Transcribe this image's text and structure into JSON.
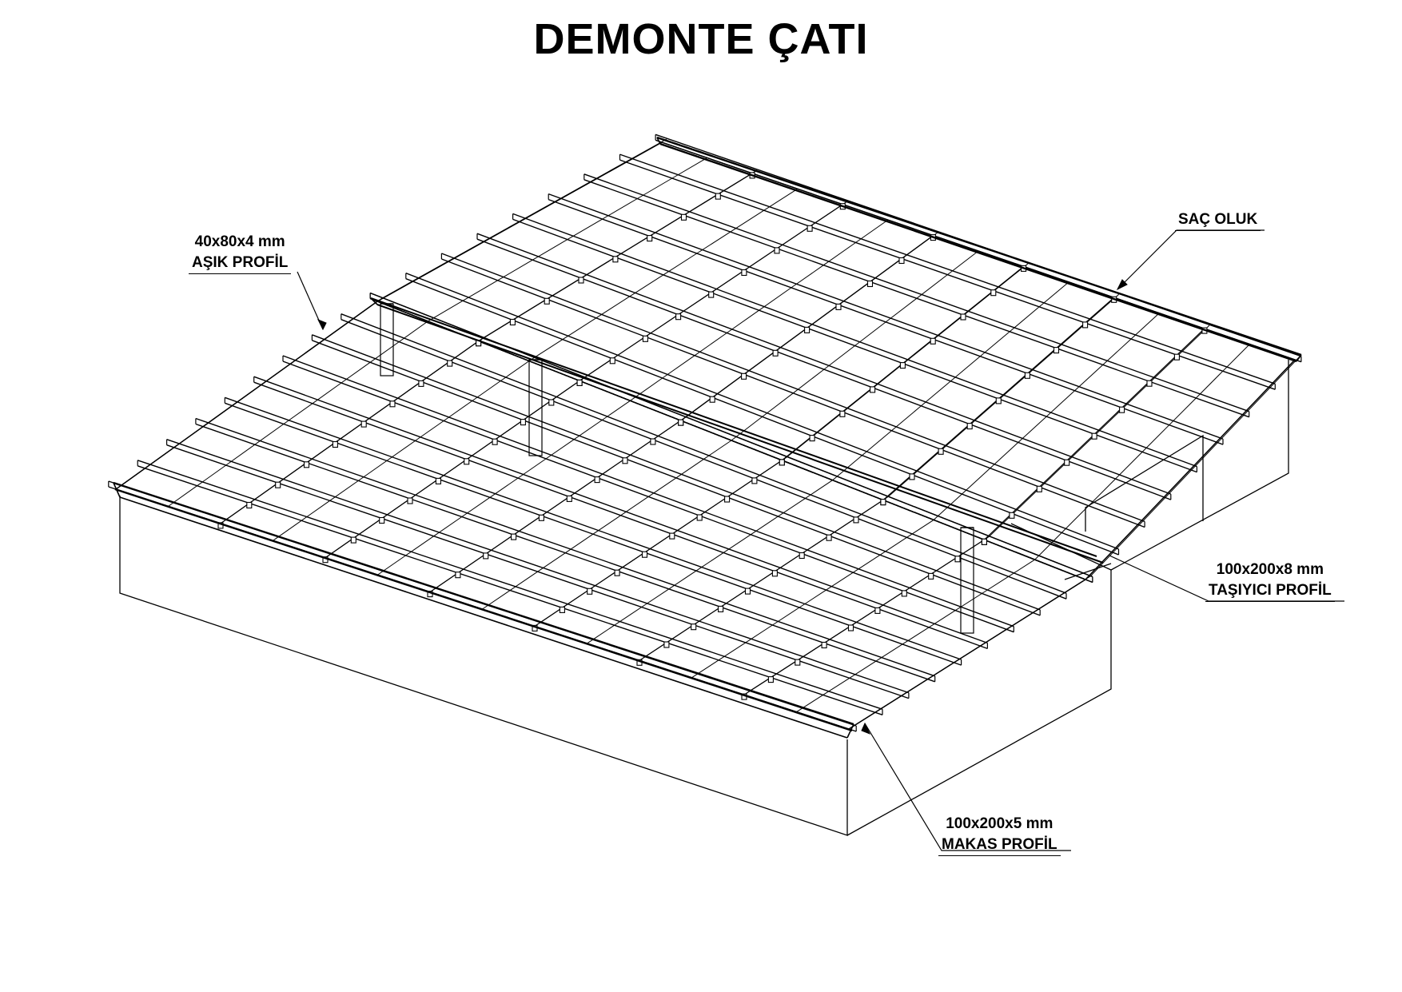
{
  "title": "DEMONTE ÇATI",
  "labels": {
    "asik": {
      "size": "40x80x4 mm",
      "name": "AŞIK PROFİL"
    },
    "sac": {
      "name": "SAÇ OLUK"
    },
    "tasiyici": {
      "size": "100x200x8 mm",
      "name": "TAŞIYICI PROFİL"
    },
    "makas": {
      "size": "100x200x5 mm",
      "name": "MAKAS PROFİL"
    }
  },
  "colors": {
    "line": "#000000",
    "background": "#ffffff"
  }
}
